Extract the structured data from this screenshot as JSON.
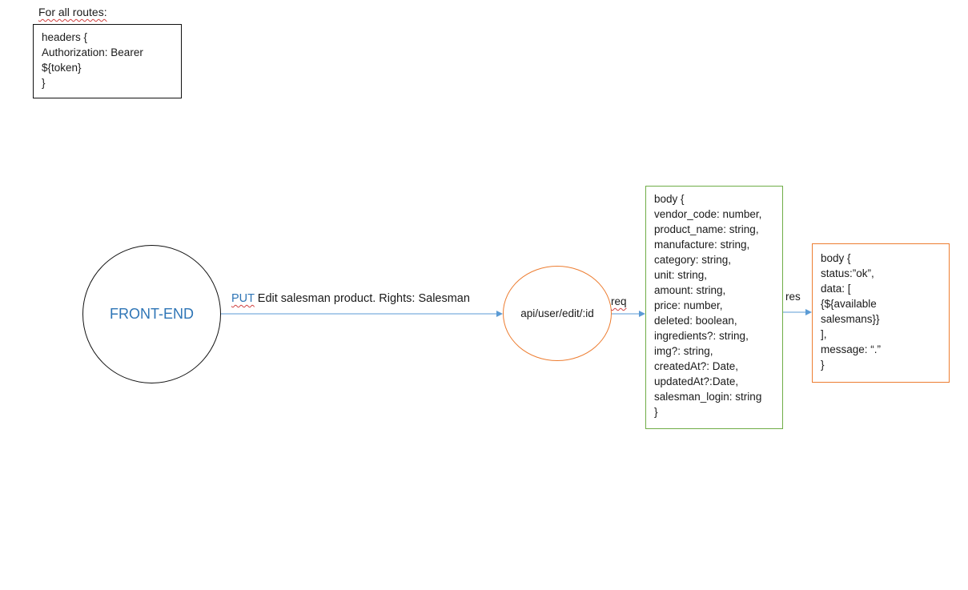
{
  "colors": {
    "frontend_circle": "#111111",
    "frontend_text": "#2e75b6",
    "api_circle": "#ed7d31",
    "req_box": "#70ad47",
    "res_box": "#ed7d31",
    "arrow": "#5b9bd5"
  },
  "for_all": {
    "label": "For all routes:",
    "headers_box": [
      "headers {",
      "Authorization: Bearer",
      "${token}",
      "}"
    ]
  },
  "frontend": {
    "label": "FRONT-END"
  },
  "route": {
    "method": "PUT",
    "description": " Edit salesman product. Rights: Salesman"
  },
  "endpoint": {
    "label": "api/user/edit/:id"
  },
  "req": {
    "label": "req",
    "body_lines": [
      "body {",
      "vendor_code: number,",
      "product_name: string,",
      "manufacture: string,",
      "category: string,",
      "unit: string,",
      "amount: string,",
      "price: number,",
      "deleted: boolean,",
      "ingredients?: string,",
      "img?: string,",
      "createdAt?: Date,",
      "updatedAt?:Date,",
      "salesman_login: string",
      "}"
    ]
  },
  "res": {
    "label": "res",
    "body_lines": [
      "body {",
      "status:”ok”,",
      "data: [",
      "{${available",
      "salesmans}}",
      "],",
      "message: “.”",
      "}"
    ]
  }
}
